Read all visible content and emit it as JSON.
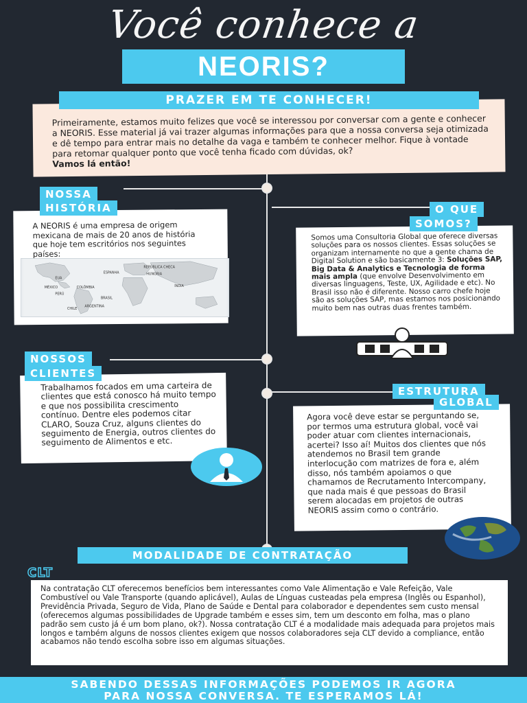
{
  "header": {
    "title": "Você conhece a",
    "brand": "NEORIS?",
    "subtitle": "PRAZER EM TE CONHECER!"
  },
  "intro": {
    "text": "Primeiramente, estamos muito felizes que você se interessou por conversar com a gente e conhecer a NEORIS. Esse material já vai trazer algumas informações para que a nossa conversa seja otimizada e dê tempo para entrar mais no detalhe da vaga e também te conhecer melhor. Fique à vontade para retomar qualquer ponto que você tenha ficado com dúvidas, ok?",
    "closing": "Vamos lá então!"
  },
  "historia": {
    "tag_line1": "NOSSA",
    "tag_line2": "HISTÓRIA",
    "text": "A NEORIS é uma empresa de origem mexicana de mais de 20 anos de história que hoje tem escritórios nos seguintes países:",
    "countries": [
      "EUA",
      "MÉXICO",
      "COLÔMBIA",
      "PERÚ",
      "BRASIL",
      "CHILE",
      "ARGENTINA",
      "ESPANHA",
      "REPÚBLICA CHECA",
      "HUNGRIA",
      "ÍNDIA"
    ]
  },
  "somos": {
    "tag_line1": "O QUE",
    "tag_line2": "SOMOS?",
    "text_a": "Somos uma Consultoria Global que oferece diversas soluções para os nossos clientes. Essas soluções se organizam internamente no que a gente chama de Digital Solution e são basicamente 3:",
    "text_bold": "Soluções SAP, Big Data & Analytics e Tecnologia de forma mais ampla",
    "text_b": "(que envolve Desenvolvimento em diversas linguagens, Teste, UX, Agilidade e etc). No Brasil isso não é diferente. Nosso carro chefe hoje são as soluções SAP, mas estamos nos posicionando muito bem nas outras duas frentes também."
  },
  "clientes": {
    "tag_line1": "NOSSOS",
    "tag_line2": "CLIENTES",
    "text": "Trabalhamos focados em uma carteira de clientes que está conosco há muito tempo e que nos possibilita crescimento contínuo. Dentre eles podemos citar CLARO, Souza Cruz, alguns clientes do seguimento de Energia, outros clientes do seguimento de Alimentos e etc."
  },
  "estrutura": {
    "tag_line1": "ESTRUTURA",
    "tag_line2": "GLOBAL",
    "text": "Agora você deve estar se perguntando se, por termos uma estrutura global, você vai poder atuar com clientes internacionais, acertei? Isso aí! Muitos dos clientes que nós atendemos no Brasil tem grande interlocução com matrizes de fora e, além disso, nós também apoiamos o que chamamos de Recrutamento Intercompany, que nada mais é que pessoas do Brasil serem alocadas em projetos de outras NEORIS assim como o contrário."
  },
  "modalidade": {
    "title": "MODALIDADE DE CONTRATAÇÃO",
    "clt_label": "CLT",
    "clt_text": "Na contratação CLT oferecemos benefícios bem interessantes como Vale Alimentação e Vale Refeição, Vale Combustível ou Vale Transporte (quando aplicável), Aulas de Línguas custeadas pela empresa (Inglês ou Espanhol), Previdência Privada, Seguro de Vida, Plano de Saúde e Dental para colaborador e dependentes sem custo mensal (oferecemos algumas possibilidades de Upgrade também e esses sim, tem um desconto em folha, mas o plano padrão sem custo já é um bom plano, ok?). Nossa contratação CLT é a modalidade mais adequada para projetos mais longos e também alguns de nossos clientes exigem que nossos colaboradores seja CLT devido a compliance, então acabamos não tendo escolha sobre isso em algumas situações."
  },
  "footer": {
    "line1": "SABENDO DESSAS INFORMAÇÕES PODEMOS IR AGORA",
    "line2": "PARA NOSSA CONVERSA. TE ESPERAMOS LÁ!"
  },
  "colors": {
    "background": "#222831",
    "accent": "#4cc9ee",
    "intro_bg": "#fbe9de",
    "card_bg": "#ffffff"
  },
  "icons": [
    "globe-icon",
    "person-icon",
    "team-icon"
  ]
}
